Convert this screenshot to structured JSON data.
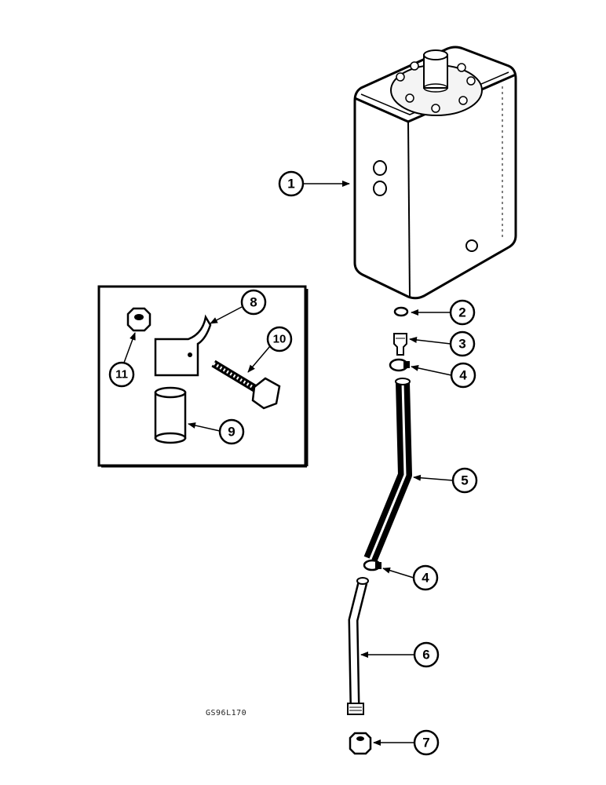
{
  "figure_ref": "GS96L170",
  "callouts": {
    "c1": "1",
    "c2": "2",
    "c3": "3",
    "c4a": "4",
    "c5": "5",
    "c4b": "4",
    "c6": "6",
    "c7": "7",
    "c8": "8",
    "c9": "9",
    "c10": "10",
    "c11": "11"
  }
}
